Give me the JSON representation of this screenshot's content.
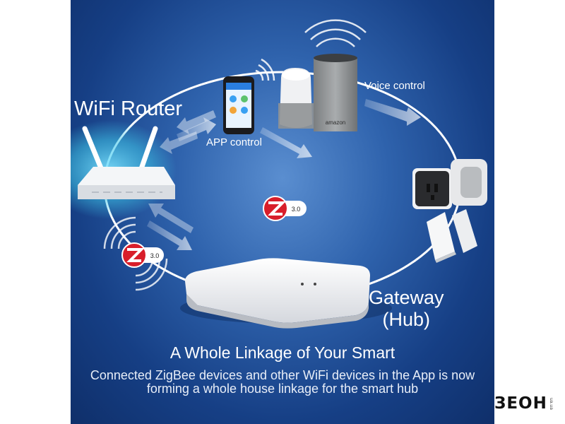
{
  "diagram": {
    "router_label": "WiFi Router",
    "app_label": "APP control",
    "voice_label": "Voice control",
    "gateway_label_line1": "Gateway",
    "gateway_label_line2": "(Hub)",
    "zigbee_badge_text": "3.0",
    "speaker_brand_text": "amazon"
  },
  "caption": {
    "headline": "A Whole Linkage of Your Smart",
    "description": "Connected ZigBee devices and other WiFi devices in the App is now forming a whole house linkage for the smart hub"
  },
  "watermark": {
    "logo_text": "ЗЕОН",
    "logo_sub": "ua.ua"
  },
  "colors": {
    "background_dark": "#163f85",
    "background_light": "#5a8ed0",
    "ring": "#ffffff",
    "zigbee_red": "#d81e2a",
    "router_glow": "#3fc6e8"
  }
}
